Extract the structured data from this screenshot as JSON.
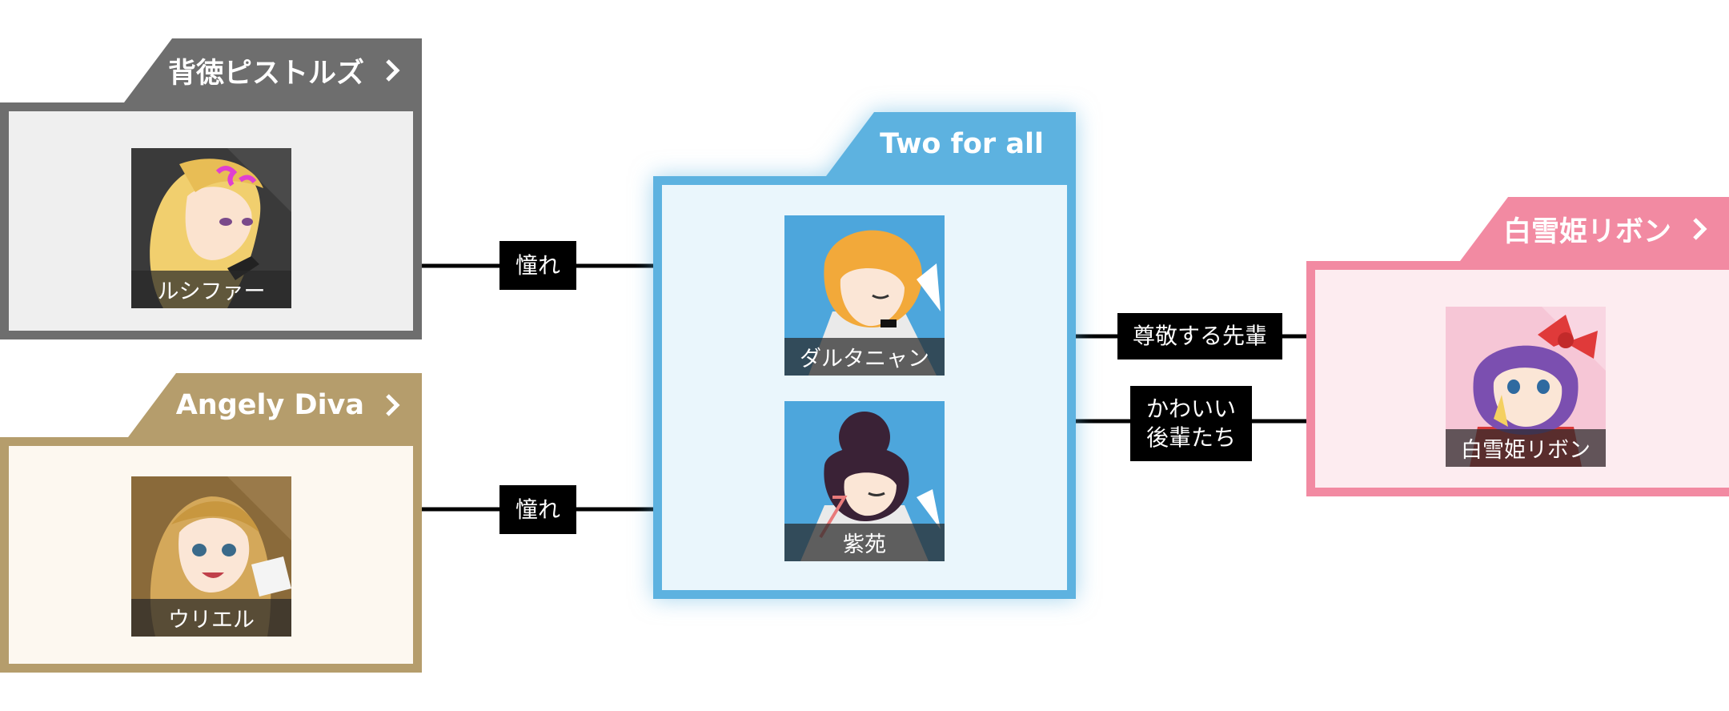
{
  "groups": {
    "haitoku": {
      "title": "背徳ピストルズ",
      "color": "#6e6e6e",
      "bg": "#efefef"
    },
    "angely": {
      "title": "Angely Diva",
      "color": "#b59d6c",
      "bg": "#fdf8f0"
    },
    "twoforall": {
      "title": "Two for all",
      "color": "#5db2e0",
      "bg": "#eaf6fc"
    },
    "shirayuki": {
      "title": "白雪姫リボン",
      "color": "#f28aa2",
      "bg": "#fdecf0"
    }
  },
  "characters": {
    "lucifer": {
      "name": "ルシファー"
    },
    "uriel": {
      "name": "ウリエル"
    },
    "dartagnan": {
      "name": "ダルタニャン"
    },
    "shion": {
      "name": "紫苑"
    },
    "shirayuki": {
      "name": "白雪姫リボン"
    }
  },
  "relations": {
    "dartagnan_to_lucifer": "憧れ",
    "shion_to_uriel": "憧れ",
    "to_shirayuki": "尊敬する先輩",
    "from_shirayuki": "かわいい\n後輩たち"
  },
  "icons": [
    "chevron-right-icon"
  ]
}
